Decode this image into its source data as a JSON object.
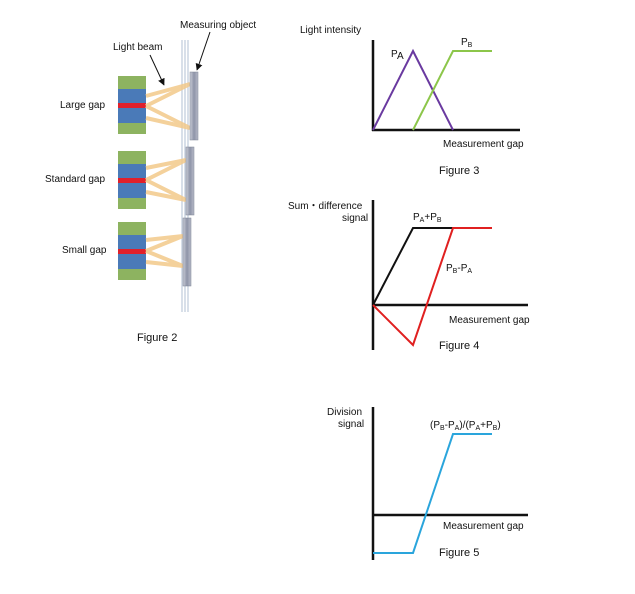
{
  "figure2": {
    "caption": "Figure 2",
    "measuring_object_label": "Measuring object",
    "light_beam_label": "Light beam",
    "rows": [
      "Large gap",
      "Standard gap",
      "Small gap"
    ],
    "colors": {
      "green": "#8db360",
      "blue": "#4a7ab8",
      "red": "#e0202b",
      "beam": "#f3c98a",
      "object": "#a7adbd"
    }
  },
  "figure3": {
    "caption": "Figure 3",
    "ylabel": "Light intensity",
    "xlabel": "Measurement gap",
    "series_a": {
      "main": "P",
      "sub": "A",
      "color": "#6a3aa0"
    },
    "series_b": {
      "main": "P",
      "sub": "B",
      "color": "#8cc64a"
    }
  },
  "figure4": {
    "caption": "Figure 4",
    "ylabel_line1": "Sum・difference",
    "ylabel_line2": "signal",
    "xlabel": "Measurement gap",
    "sum_label": {
      "p1": "P",
      "s1": "A",
      "op": "+",
      "p2": "P",
      "s2": "B"
    },
    "diff_label": {
      "p1": "P",
      "s1": "B",
      "op": "-",
      "p2": "P",
      "s2": "A"
    },
    "sum_color": "#111111",
    "diff_color": "#e02020"
  },
  "figure5": {
    "caption": "Figure 5",
    "ylabel_line1": "Division",
    "ylabel_line2": "signal",
    "xlabel": "Measurement gap",
    "ratio_label": {
      "a": "(P",
      "s1": "B",
      "b": "-P",
      "s2": "A",
      "c": ")/(P",
      "s3": "A",
      "d": "+P",
      "s4": "B",
      "e": ")"
    },
    "color": "#2aa5dc"
  }
}
